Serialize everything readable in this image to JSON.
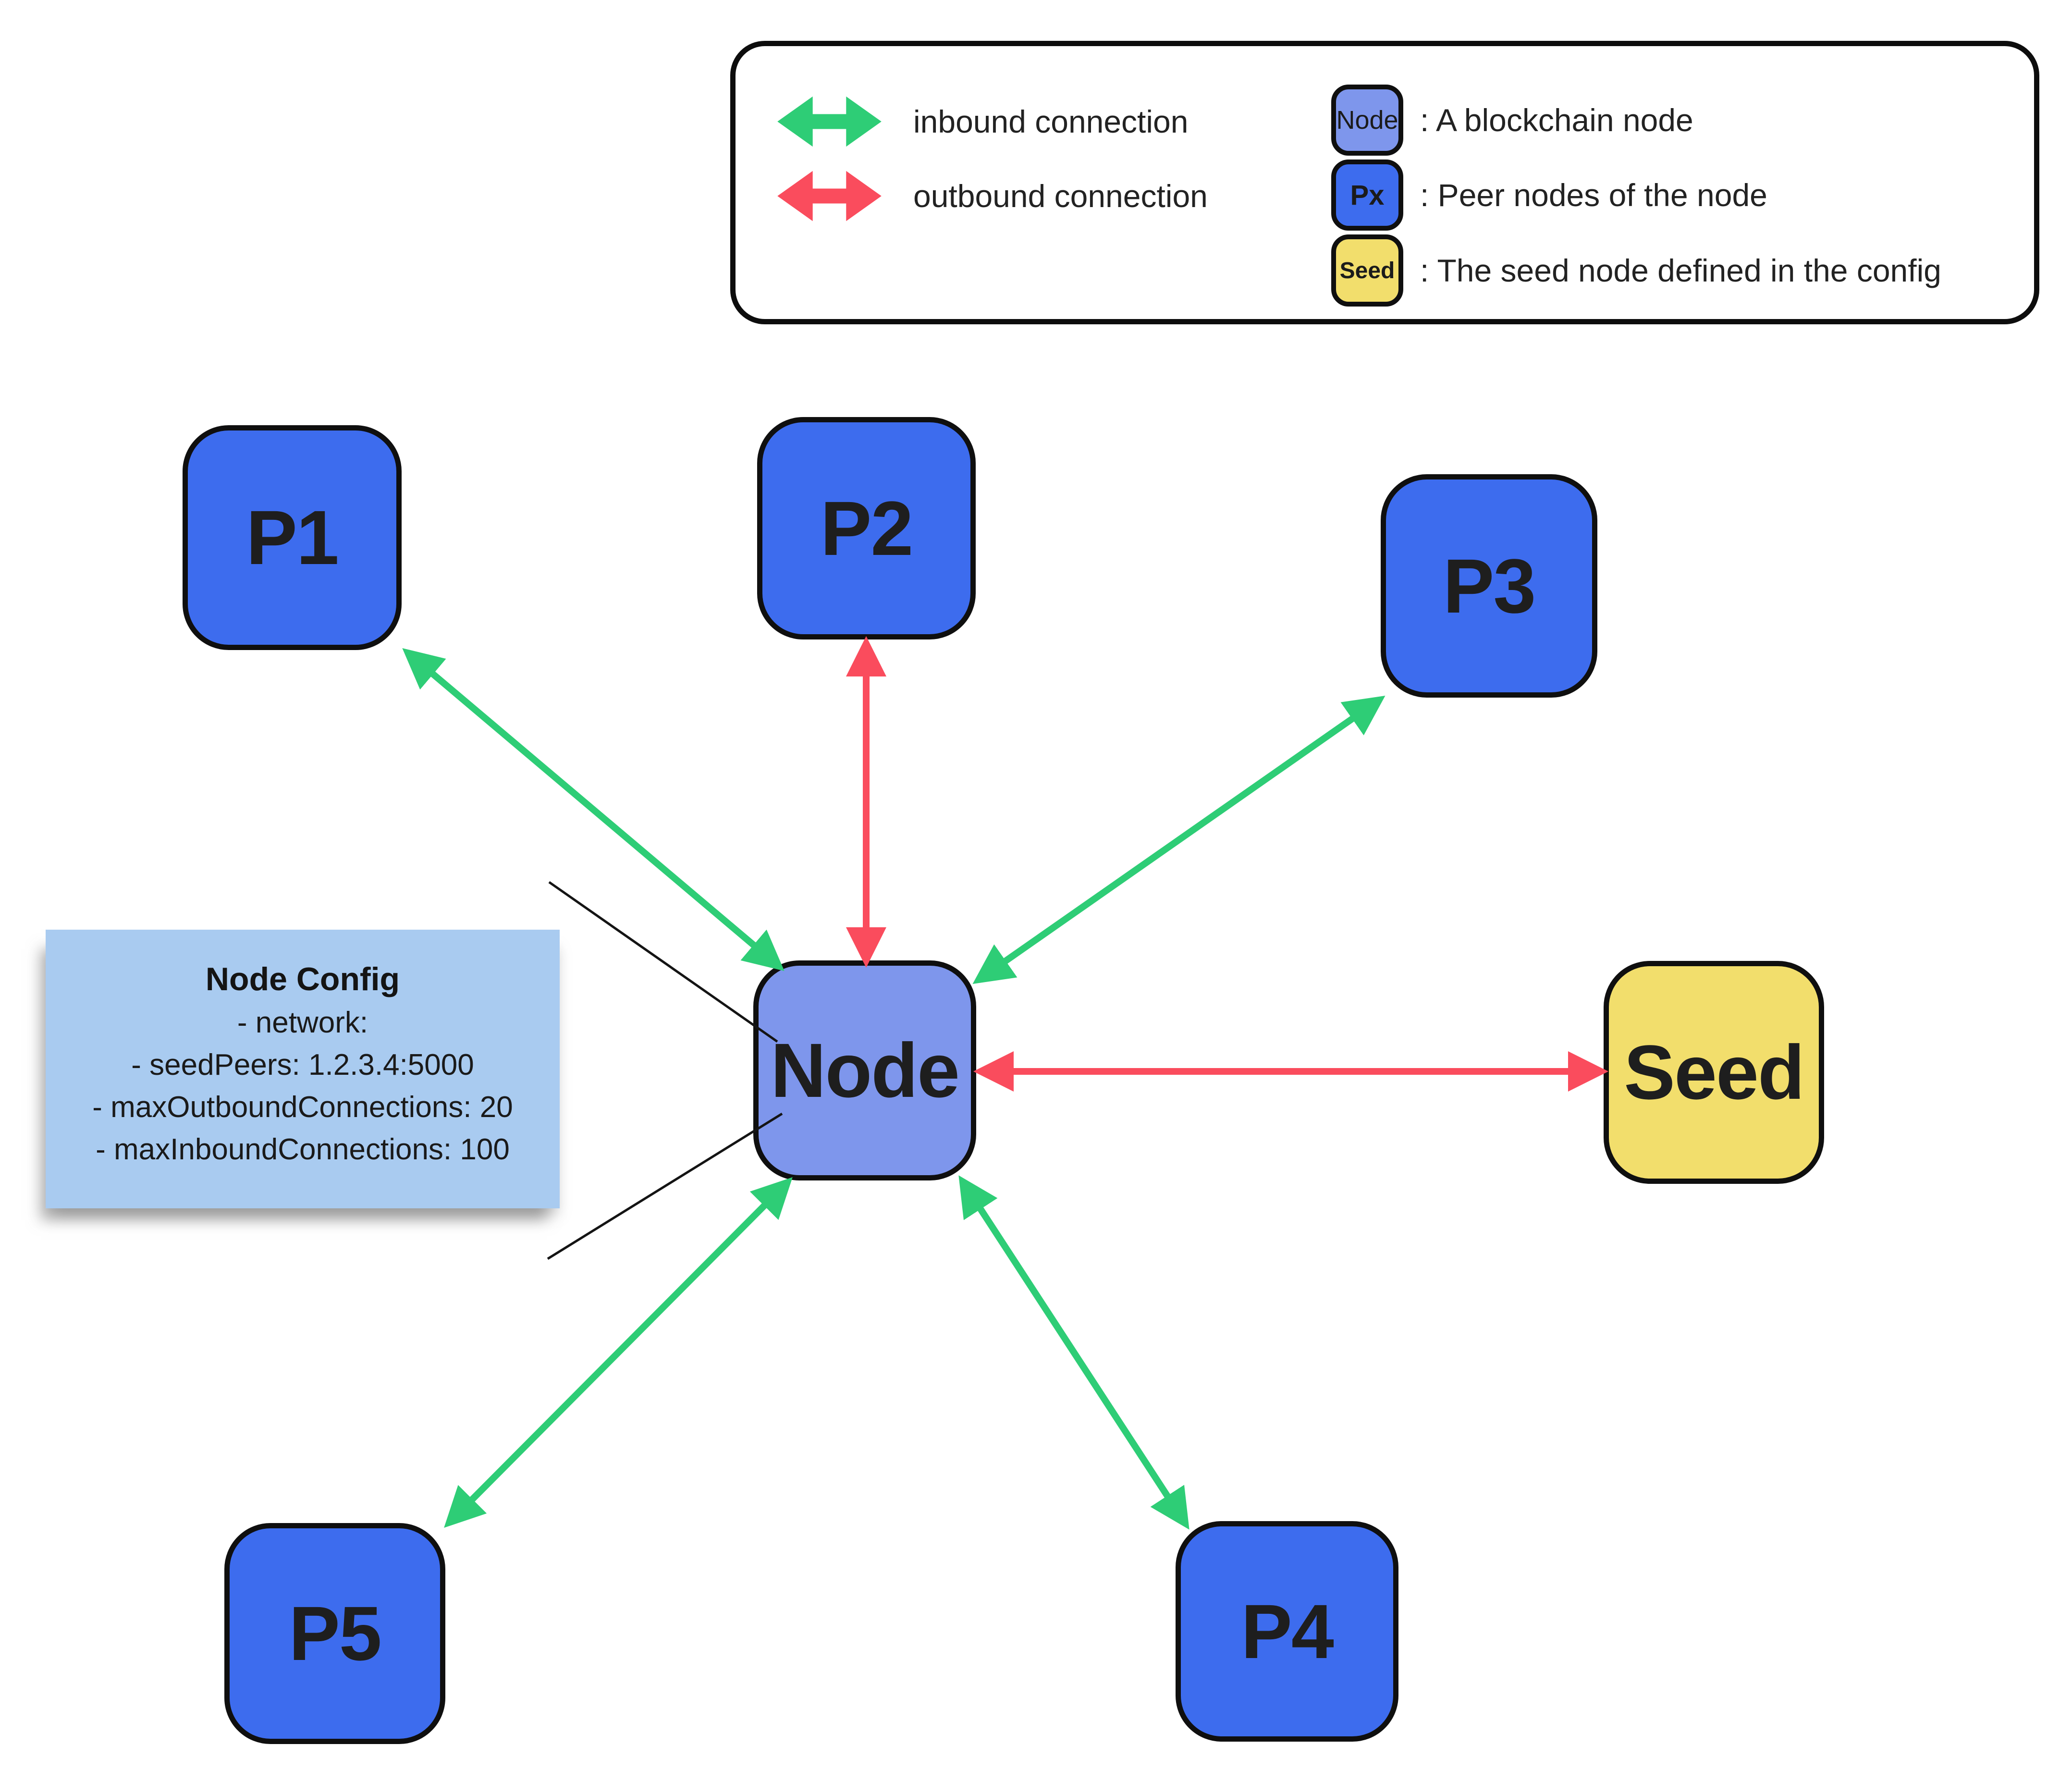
{
  "legend": {
    "arrows": [
      {
        "label": "inbound connection"
      },
      {
        "label": "outbound connection"
      }
    ],
    "items": [
      {
        "chip": "Node",
        "desc": ": A blockchain node"
      },
      {
        "chip": "Px",
        "desc": ": Peer nodes of the node"
      },
      {
        "chip": "Seed",
        "desc": ": The seed node defined in the config"
      }
    ]
  },
  "nodes": {
    "center": "Node",
    "peers": [
      "P1",
      "P2",
      "P3",
      "P4",
      "P5"
    ],
    "seed": "Seed"
  },
  "note": {
    "title": "Node Config",
    "lines": [
      "- network:",
      "- seedPeers: 1.2.3.4:5000",
      "- maxOutboundConnections: 20",
      "- maxInboundConnections: 100"
    ]
  },
  "connections": [
    {
      "from": "P1",
      "to": "Node",
      "type": "inbound"
    },
    {
      "from": "P2",
      "to": "Node",
      "type": "outbound"
    },
    {
      "from": "P3",
      "to": "Node",
      "type": "inbound"
    },
    {
      "from": "P4",
      "to": "Node",
      "type": "inbound"
    },
    {
      "from": "P5",
      "to": "Node",
      "type": "inbound"
    },
    {
      "from": "Node",
      "to": "Seed",
      "type": "outbound"
    }
  ],
  "colors": {
    "inbound-green": "#2ecd76",
    "outbound-red": "#fa4c5d",
    "peer-blue": "#3d6cee",
    "node-blue": "#7e96ec",
    "seed-yellow": "#f2de6c",
    "note-blue": "#a9cbf0",
    "stroke-black": "#0f0f0f"
  }
}
